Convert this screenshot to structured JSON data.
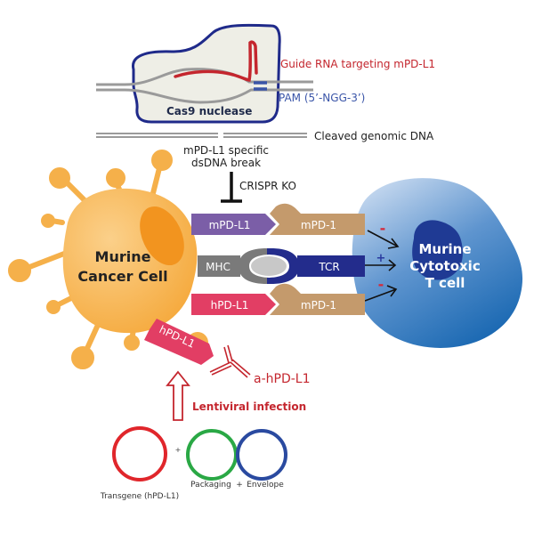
{
  "colors": {
    "cas9_fill": "#eeeee6",
    "cas9_stroke": "#1f2a8a",
    "dna_gray": "#9a9a9a",
    "guide_rna": "#c4262e",
    "pam_blue": "#3a55a8",
    "cancer_cell": "#f5b04a",
    "nucleus_cancer": "#f2941f",
    "tcell_light": "#b7cde9",
    "tcell_dark": "#1d6fb8",
    "tcell_nucleus": "#1f3a94",
    "mpdl1_purple": "#7b5ea7",
    "mpd1_tan": "#c49a6c",
    "mhc_gray": "#7a7a7a",
    "tcr_navy": "#232c8c",
    "hpdl1_pink": "#e23e64",
    "antibody_red": "#c4262e",
    "transgene_red": "#e0262b",
    "packaging_green": "#2aa845",
    "envelope_blue": "#2a4aa0"
  },
  "crispr": {
    "guide_rna_label": "Guide RNA targeting mPD-L1",
    "pam_label": "PAM (5’-NGG-3’)",
    "cas9_label": "Cas9 nuclease",
    "cleaved_label": "Cleaved genomic DNA",
    "break_label_line1": "mPD-L1 specific",
    "break_label_line2": "dsDNA break",
    "ko_label": "CRISPR KO"
  },
  "cancer_cell": {
    "label_line1": "Murine",
    "label_line2": "Cancer Cell"
  },
  "t_cell": {
    "label_line1": "Murine",
    "label_line2": "Cytotoxic",
    "label_line3": "T cell",
    "signals": [
      "-",
      "+",
      "-"
    ]
  },
  "receptors": {
    "mpdl1": "mPD-L1",
    "mpd1_top": "mPD-1",
    "mhc": "MHC",
    "tcr": "TCR",
    "hpdl1": "hPD-L1",
    "mpd1_bottom": "mPD-1",
    "hpdl1_free": "hPD-L1"
  },
  "antibody": {
    "label": "a-hPD-L1"
  },
  "lentivirus": {
    "infection_label": "Lentiviral infection",
    "plus_small": "+",
    "transgene_label": "Transgene (hPD-L1)",
    "packaging_label": "Packaging",
    "plus": "+",
    "envelope_label": "Envelope"
  }
}
